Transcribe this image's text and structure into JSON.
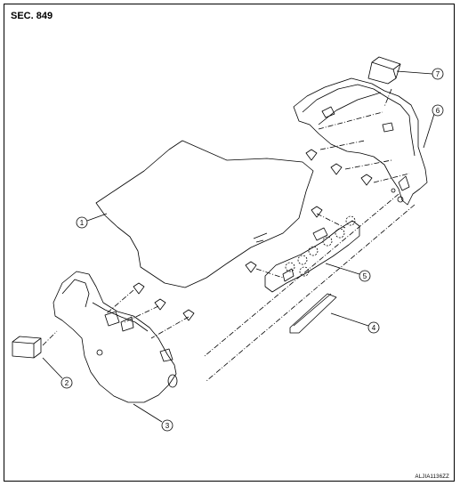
{
  "header": {
    "section_label": "SEC. 849"
  },
  "footer": {
    "figure_code": "ALJIA1136ZZ"
  },
  "callouts": [
    {
      "id": "1",
      "label": "1"
    },
    {
      "id": "2",
      "label": "2"
    },
    {
      "id": "3",
      "label": "3"
    },
    {
      "id": "4",
      "label": "4"
    },
    {
      "id": "5",
      "label": "5"
    },
    {
      "id": "6",
      "label": "6"
    },
    {
      "id": "7",
      "label": "7"
    }
  ],
  "colors": {
    "line": "#000000",
    "fill": "#ffffff",
    "light_fill": "#eeeeee"
  }
}
